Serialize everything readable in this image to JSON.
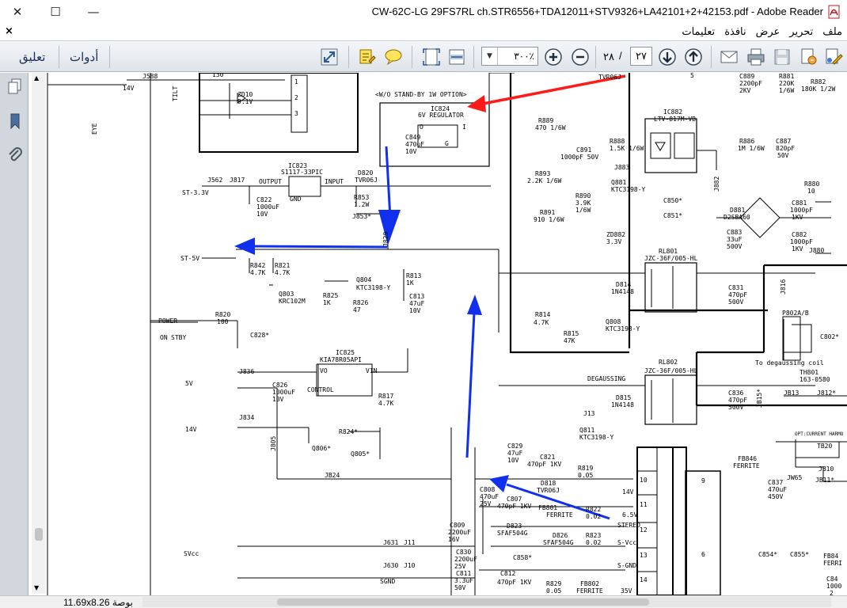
{
  "window": {
    "title": "CW-62C-LG  29FS7RL ch.STR6556+TDA12011+STV9326+LA42101+2+42153.pdf - Adobe Reader",
    "minimize": "—",
    "maximize": "☐",
    "close": "✕"
  },
  "menu": {
    "close_doc": "×",
    "items": [
      "ملف",
      "تحرير",
      "عرض",
      "نافذة",
      "تعليمات"
    ]
  },
  "toolbar": {
    "comment_label": "تعليق",
    "tools_label": "أدوات",
    "zoom_value": "٣٠٠٪",
    "current_page": "٢٧",
    "page_separator": "/",
    "total_pages": "٢٨"
  },
  "status": {
    "page_size": "11.69x8.26 بوصة"
  },
  "colors": {
    "red_arrow": "#ff1a1a",
    "blue_arrow": "#1030ee",
    "toolbar_text": "#1a2f55"
  },
  "schematic": {
    "labels": {
      "j588": "J588",
      "v14a": "14V",
      "r130": "130",
      "zd10": "ZD10",
      "v91": "9.1V",
      "tilt": "TILT",
      "eye": "EYE",
      "pin1": "1",
      "pin2": "2",
      "pin3": "3",
      "wo_standby": "<W/O STAND-BY 1W OPTION>",
      "ic824": "IC824",
      "reg6v": "6V REGULATOR",
      "o": "O",
      "g": "G",
      "i": "I",
      "c849": "C849",
      "c849v": "470uF",
      "c849u": "10V",
      "ic823": "IC823",
      "s1117": "S1117-33PIC",
      "output": "OUTPUT",
      "input": "INPUT",
      "gnd": "GND",
      "j562": "J562",
      "j817": "J817",
      "st33": "ST-3.3V",
      "c822": "C822",
      "c822v": "1000uF",
      "c822u": "10V",
      "d820": "D820",
      "tvr06j": "TVR06J",
      "r853": "R853",
      "r853v": "1.2W",
      "j853": "J853*",
      "j829": "J829",
      "st5v": "ST-5V",
      "r842": "R842",
      "r842v": "4.7K",
      "r821": "R821",
      "r821v": "4.7K",
      "q804": "Q804",
      "ktc3198": "KTC3198-Y",
      "q803": "Q803",
      "krc102m": "KRC102M",
      "r825": "R825",
      "r825v": "1K",
      "r826": "R826",
      "r826v": "47",
      "r813": "R813",
      "r813v": "1K",
      "c813": "C813",
      "c813v": "47uF",
      "c813u": "10V",
      "power": "POWER",
      "on": "ON",
      "stby": "STBY",
      "r820": "R820",
      "r820v": "100",
      "c828": "C828*",
      "ic825": "IC825",
      "kia": "KIA78R05API",
      "vo": "VO",
      "vin": "VIN",
      "control": "CONTROL",
      "j836": "J836",
      "v5": "5V",
      "c826": "C826",
      "c826v": "1000uF",
      "c826u": "10V",
      "r817": "R817",
      "r817v": "4.7K",
      "j834": "J834",
      "v14b": "14V",
      "j805": "J805",
      "q806": "Q806*",
      "r824": "R824*",
      "q805": "Q805*",
      "jb24": "JB24",
      "svcc": "SVcc",
      "j631": "J631",
      "j11": "J11",
      "j630": "J630",
      "j10": "J10",
      "sgnd": "SGND",
      "r889": "R889",
      "r889v": "470 1/6W",
      "c891": "C891",
      "c891v": "1000pF 50V",
      "r888": "R888",
      "r888v": "1.5K 1/6W",
      "j883": "J883",
      "r893": "R893",
      "r893v": "2.2K 1/6W",
      "q881": "Q881",
      "ktc3198b": "KTC3198-Y",
      "r890": "R890",
      "r890v": "3.9K",
      "r890u": "1/6W",
      "r891": "R891",
      "r891v": "910 1/6W",
      "zd882": "ZD882",
      "v33": "3.3V",
      "ic882": "IC882",
      "ltv": "LTV-817M-VB",
      "c850": "C850*",
      "c851": "C851*",
      "rl801": "RL801",
      "jzc": "JZC-36F/005-HL",
      "d814": "D814",
      "n4148": "1N4148",
      "r814": "R814",
      "r814v": "4.7K",
      "r815": "R815",
      "r815v": "47K",
      "q808": "Q808",
      "ktc3198c": "KTC3198-Y",
      "c831": "C831",
      "c831v": "470pF",
      "c831u": "500V",
      "rl802": "RL802",
      "jzc2": "JZC-36F/005-HL",
      "degaussing": "DEGAUSSING",
      "d815": "D815",
      "n4148b": "1N4148",
      "j13": "J13",
      "q811": "Q811",
      "ktc3198d": "KTC3198-Y",
      "c836": "C836",
      "c836v": "470pF",
      "c836u": "500V",
      "c829": "C829",
      "c829v": "47uF",
      "c829u": "10V",
      "c821": "C821",
      "c821v": "470pF 1KV",
      "d818": "D818",
      "tvr06j2": "TVR06J",
      "r819": "R819",
      "r819v": "0.05",
      "n10": "10",
      "v14c": "14V",
      "n11": "11",
      "c808": "C808",
      "c808v": "470uF",
      "c808u": "25V",
      "c807": "C807",
      "c807v": "470pF 1KV",
      "fb801": "FB801",
      "ferrite": "FERRITE",
      "r822": "R822",
      "r822v": "0.02",
      "v65": "6.5V",
      "stereo": "STEREO",
      "n12": "12",
      "c809": "C809",
      "c809v": "2200uF",
      "c809u": "16V",
      "d823": "D823",
      "sfaf": "SFAF504G",
      "d826": "D826",
      "sfaf2": "SFAF504G",
      "r823": "R823",
      "r823v": "0.02",
      "svcc2": "S-Vcc",
      "c830": "C830",
      "c830v": "2200uF",
      "c830u": "25V",
      "c858": "C858*",
      "n13": "13",
      "sgnd2": "S-GND",
      "n14": "14",
      "c811": "C811",
      "c811v": "3.3uF",
      "c811u": "50V",
      "c812": "C812",
      "c812v": "470pF 1KV",
      "r829": "R829",
      "r829v": "0.05",
      "fb802": "FB802",
      "ferrite2": "FERRITE",
      "v35": "35V",
      "tvr06": "TVR06J",
      "n5": "5",
      "c889": "C889",
      "c889v": "2200pF",
      "c889u": "2KV",
      "r881": "R881",
      "r881v": "220K",
      "r881u": "1/6W",
      "r882": "R882",
      "r882v": "180K 1/2W",
      "r886": "R886",
      "r886v": "1M 1/6W",
      "c887": "C887",
      "c887v": "820pF",
      "c887u": "50V",
      "j882": "J882",
      "r880": "R880",
      "r880v": "10",
      "d881": "D881",
      "d2sba": "D2SBA60",
      "c881": "C881",
      "c881v": "1000pF",
      "c881u": "1KV",
      "c882": "C882",
      "c882v": "1000pF",
      "c882u": "1KV",
      "c883": "C883",
      "c883v": "33uF",
      "c883u": "500V",
      "j880": "J880",
      "j816": "J816",
      "p802": "P802A/B",
      "degauss_coil": "To degaussing coil",
      "c802": "C802*",
      "th801": "TH801",
      "th801v": "163-0580",
      "jb13": "JB13",
      "j812": "J812*",
      "jb15": "JB15*",
      "opt": "OPT:CURRENT HARMO",
      "fb846": "FB846",
      "ferrite3": "FERRITE",
      "n9": "9",
      "c837": "C837",
      "c837v": "470uF",
      "c837u": "450V",
      "jw65": "JW65",
      "tb20": "TB20",
      "jb10": "JB10",
      "jb11": "JB11*",
      "n6": "6",
      "c854": "C854*",
      "c855": "C855*",
      "fb84": "FB84",
      "ferri": "FERRI",
      "c84": "C84",
      "c84v": "1000",
      "n2": "2"
    }
  }
}
